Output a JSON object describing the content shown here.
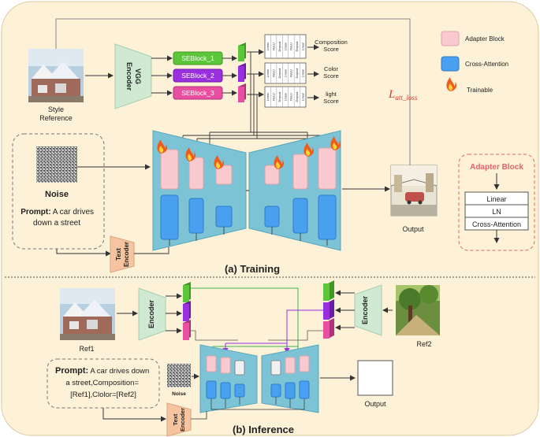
{
  "training": {
    "caption": "(a) Training",
    "style_reference_label": "Style\nReference",
    "vgg_encoder_label": "VGG\nEncoder",
    "seblocks": [
      "SEBlock_1",
      "SEBlock_2",
      "SEBlock_3"
    ],
    "score_module_layers": [
      "Linear",
      "ReLU",
      "Dropout",
      "Linear",
      "ReLU",
      "Dropout",
      "Linear"
    ],
    "scores": [
      "Composition\nScore",
      "Color\nScore",
      "light\nScore"
    ],
    "loss_label": "L",
    "loss_subscript": "att_loss",
    "noise_label": "Noise",
    "prompt_label": "Prompt:",
    "prompt_text_line1": "A car drives",
    "prompt_text_line2": "down a street",
    "text_encoder_label": "Text\nEncoder",
    "output_label": "Output"
  },
  "legend": {
    "adapter_block": "Adapter Block",
    "cross_attention": "Cross-Attention",
    "trainable": "Trainable",
    "colors": {
      "adapter": "#f8c9cf",
      "cross_attention": "#4aa0f0",
      "flame": "#f05a1a"
    }
  },
  "adapter_detail": {
    "title": "Adapter Block",
    "layers": [
      "Linear",
      "LN",
      "Cross-Attention"
    ]
  },
  "inference": {
    "caption": "(b) Inference",
    "ref1_label": "Ref1",
    "ref2_label": "Ref2",
    "encoder_label": "Encoder",
    "prompt_label": "Prompt:",
    "prompt_line1": "A car drives down",
    "prompt_line2": "a street,Composition=",
    "prompt_line3": "[Ref1],Clolor=[Ref2]",
    "noise_label": "Noise",
    "text_encoder_label": "Text\nEncoder",
    "output_label": "Output"
  },
  "colors": {
    "background": "#fdf1d8",
    "unet": "#7cc3d6",
    "encoder": "#cfe9d3",
    "text_encoder": "#f6c5a0",
    "seblock_green": "#5cc63a",
    "seblock_purple": "#9a2fe0",
    "seblock_pink": "#e84fa0",
    "loss_red": "#d93a2e"
  }
}
